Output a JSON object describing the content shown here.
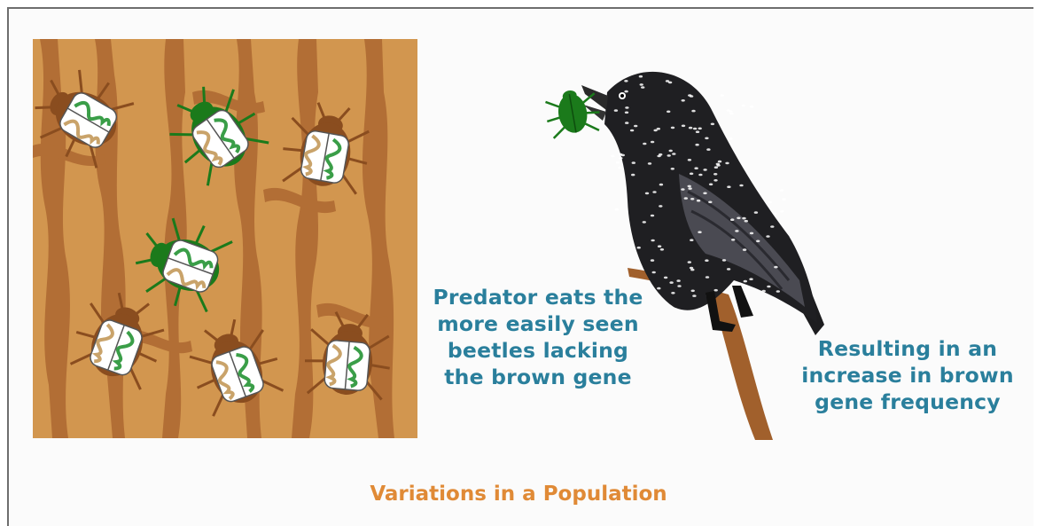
{
  "captions": {
    "predator": "Predator eats the\nmore easily seen\nbeetles lacking\nthe brown gene",
    "result": "Resulting in an\nincrease in brown\ngene frequency"
  },
  "title": "Variations in a Population",
  "illustration": {
    "bark_background": "#d2964f",
    "bark_stripes": "#b26e35",
    "brown_beetle": "#8a4d1f",
    "green_beetle": "#1b7a1b",
    "dna_brown": "#c9a36a",
    "dna_green": "#3a9e48",
    "caption_color": "#2a7f9c",
    "title_color": "#e08a36",
    "beetles_on_bark": [
      {
        "type": "brown-beetle"
      },
      {
        "type": "green-beetle"
      },
      {
        "type": "brown-beetle"
      },
      {
        "type": "green-beetle"
      },
      {
        "type": "brown-beetle"
      },
      {
        "type": "brown-beetle"
      },
      {
        "type": "brown-beetle"
      }
    ],
    "bird": "starling-bird",
    "prey": "green-beetle"
  }
}
